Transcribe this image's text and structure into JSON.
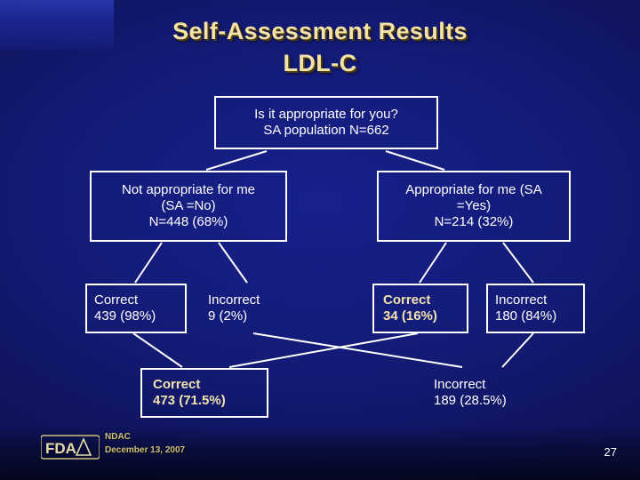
{
  "title": {
    "line1": "Self-Assessment Results",
    "line2": "LDL-C"
  },
  "diagram": {
    "type": "flow-tree",
    "root": {
      "line1": "Is it appropriate for you?",
      "line2": "SA population N=662"
    },
    "branch_left": {
      "line1": "Not appropriate for me",
      "line2": "(SA =No)",
      "line3": "N=448 (68%)"
    },
    "branch_right": {
      "line1": "Appropriate for me (SA",
      "line2": "=Yes)",
      "line3": "N=214 (32%)"
    },
    "leaves": [
      {
        "label": "Correct",
        "value": "439 (98%)",
        "highlight": false
      },
      {
        "label": "Incorrect",
        "value": "9 (2%)",
        "highlight": false
      },
      {
        "label": "Correct",
        "value": "34 (16%)",
        "highlight": true
      },
      {
        "label": "Incorrect",
        "value": "180 (84%)",
        "highlight": false
      }
    ],
    "totals": [
      {
        "label": "Correct",
        "value": "473 (71.5%)",
        "boxed": true
      },
      {
        "label": "Incorrect",
        "value": "189 (28.5%)",
        "boxed": false
      }
    ]
  },
  "footer": {
    "logo": "fda-logo",
    "org": "NDAC",
    "date": "December 13, 2007",
    "page_number": "27"
  }
}
